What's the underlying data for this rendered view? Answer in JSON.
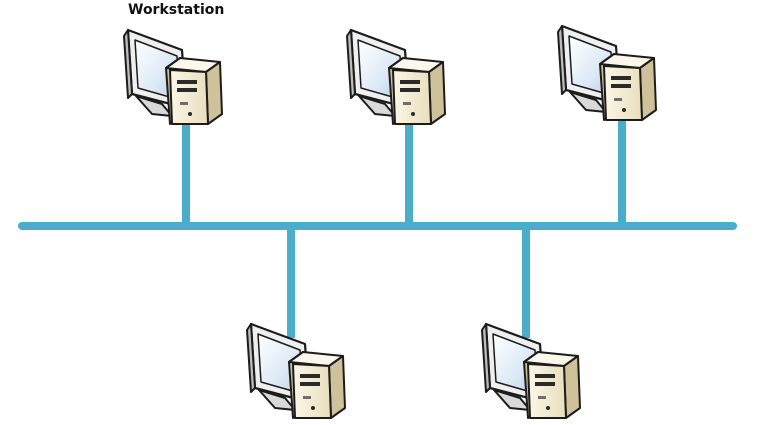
{
  "diagram": {
    "label": "Workstation",
    "colors": {
      "cable": "#4aadc9",
      "screen": "#dce9f6",
      "case_front": "#f3ebcf",
      "case_side": "#cfc19a",
      "monitor_body": "#efefef",
      "outline": "#1c1c1c"
    },
    "nodes": [
      {
        "id": "workstation-1",
        "icon": "workstation-icon"
      },
      {
        "id": "workstation-2",
        "icon": "workstation-icon"
      },
      {
        "id": "workstation-3",
        "icon": "workstation-icon"
      },
      {
        "id": "workstation-4",
        "icon": "workstation-icon"
      },
      {
        "id": "workstation-5",
        "icon": "workstation-icon"
      }
    ],
    "bus": {
      "name": "bus-backbone"
    }
  }
}
